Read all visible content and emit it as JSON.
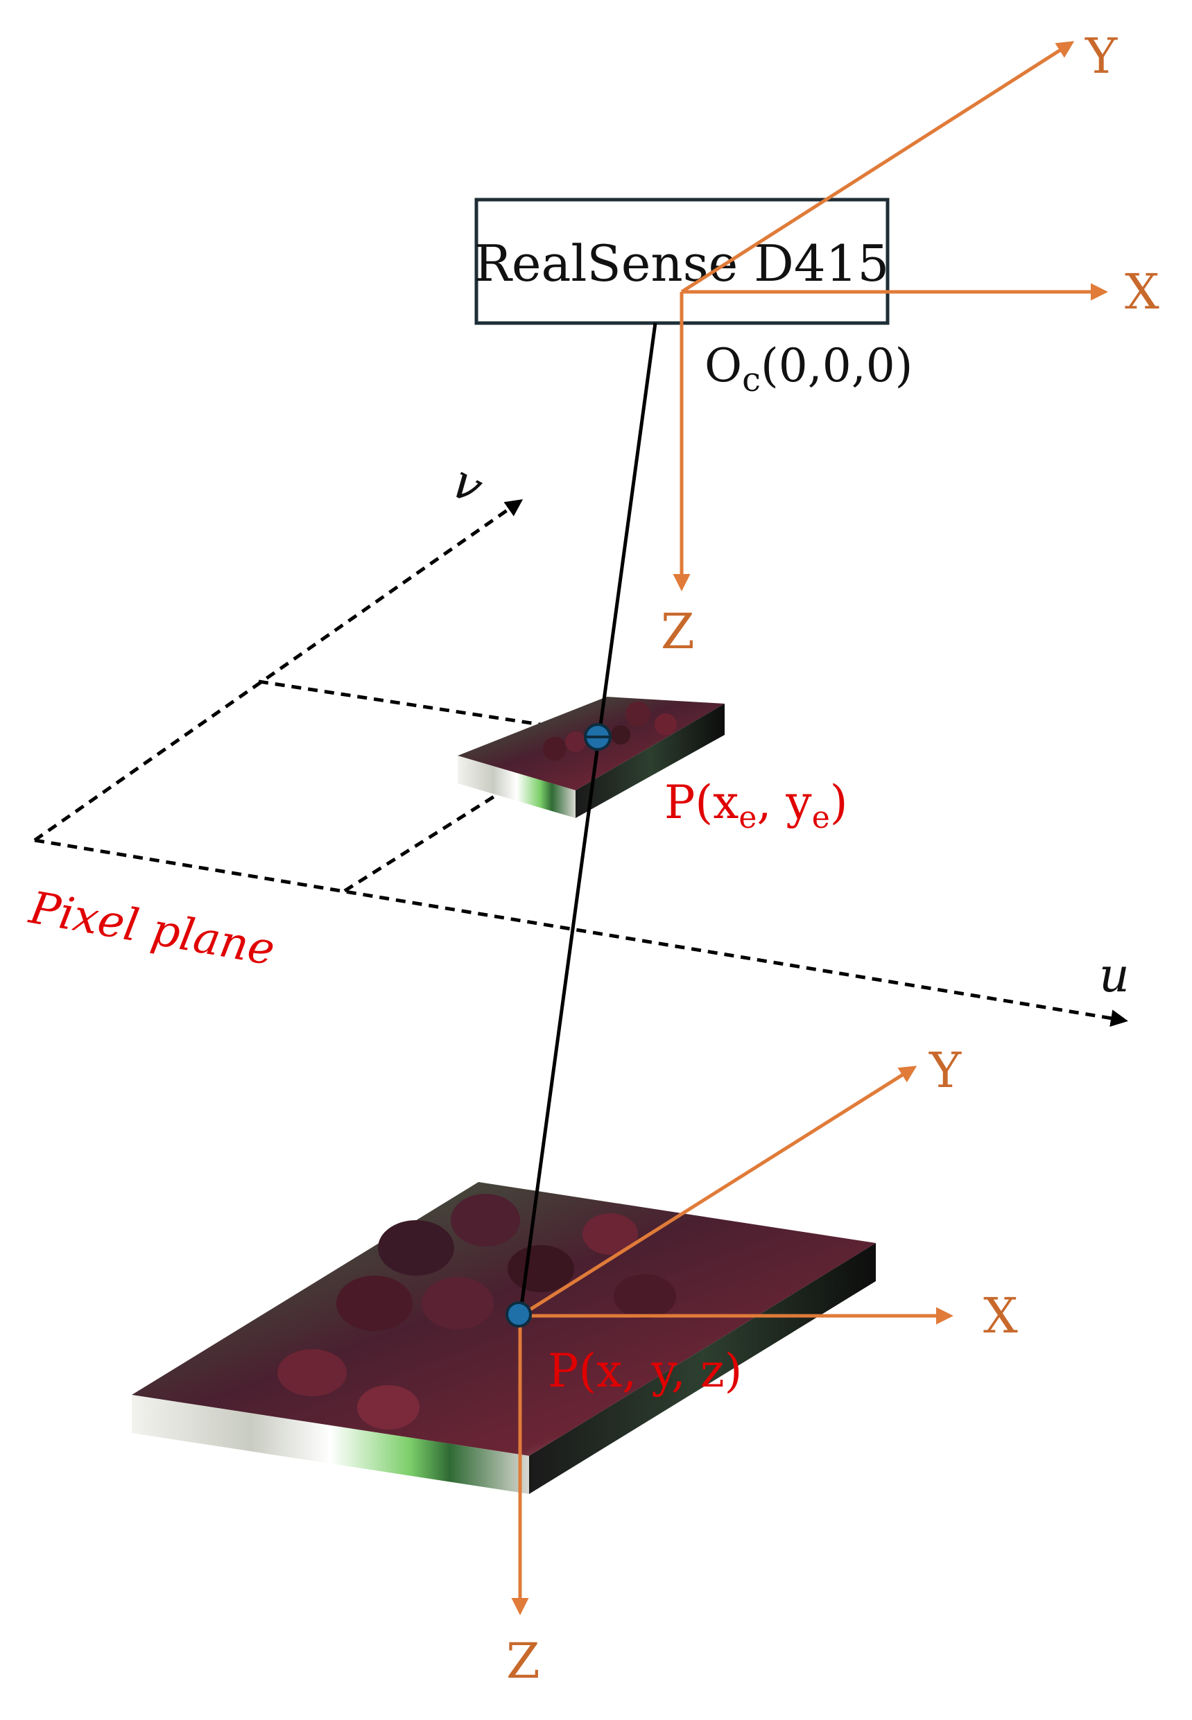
{
  "camera": {
    "name": "RealSense D415",
    "origin_label": "O",
    "origin_sub": "c",
    "origin_coords": "(0,0,0)"
  },
  "camera_axes": {
    "x": "X",
    "y": "Y",
    "z": "Z"
  },
  "pixel_plane": {
    "label": "Pixel plane",
    "u_label": "u",
    "v_label": "v"
  },
  "image_point": {
    "prefix": "P(x",
    "sub1": "e",
    "mid": ", y",
    "sub2": "e",
    "suffix": ")"
  },
  "world_point": {
    "label": "P(x, y, z)"
  },
  "world_axes": {
    "x": "X",
    "y": "Y",
    "z": "Z"
  },
  "colors": {
    "axis": "#E07B39",
    "label_red": "#E00000",
    "box_border": "#1f2e36",
    "point_fill": "#1f6fa8"
  }
}
